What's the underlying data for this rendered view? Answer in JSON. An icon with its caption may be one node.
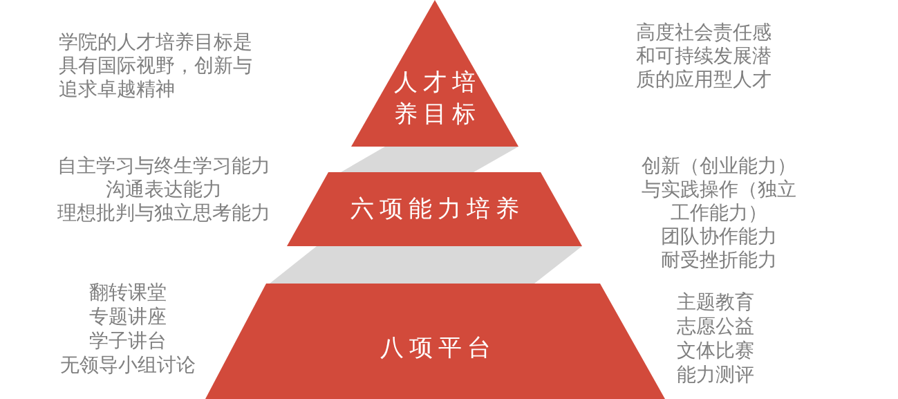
{
  "diagram": {
    "nodes": [
      {
        "text": [
          "人才培养目标"
        ]
      },
      {
        "text": [],
        "shape": "band"
      },
      {
        "text": [
          "六项能力培养"
        ],
        "beside": [
          "自主学习与终生学习能力",
          "沟通表达能力",
          "理想批判与独立思考能力",
          "创新（创业能力）与实践操作（独立工作能力）",
          "团队协作能力",
          "耐受挫折能力"
        ]
      },
      {
        "text": [],
        "shape": "band"
      },
      {
        "text": [
          "八项平台"
        ],
        "beside": [
          "翻转课堂",
          "专题讲座",
          "学子讲台",
          "无领导小组讨论",
          "主题教育",
          "志愿公益",
          "文体比赛",
          "能力测评"
        ]
      }
    ],
    "labels": [
      "学院的人才培养目标是具有国际视野，创新与追求卓越精神",
      "高度社会责任感和可持续发展潜质的应用型人才"
    ]
  }
}
